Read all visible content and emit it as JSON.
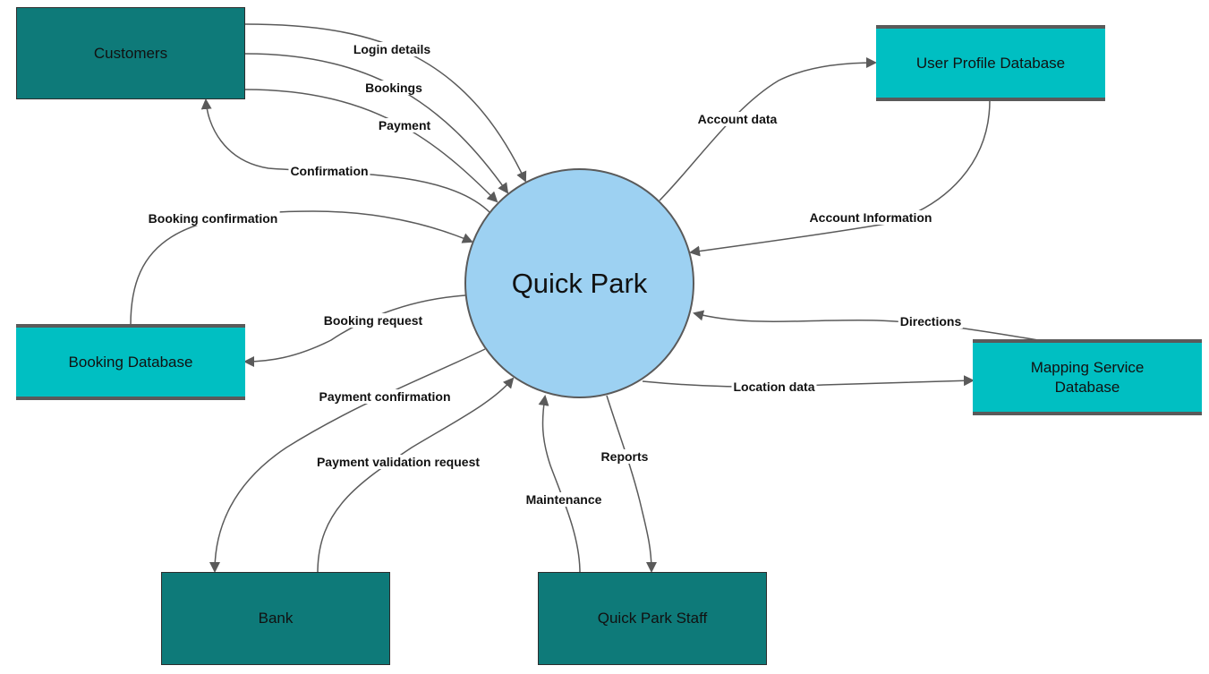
{
  "process": {
    "label": "Quick Park"
  },
  "entities": {
    "customers": "Customers",
    "bank": "Bank",
    "staff": "Quick Park Staff"
  },
  "stores": {
    "user_profile": "User Profile Database",
    "booking": "Booking Database",
    "mapping": "Mapping Service\nDatabase"
  },
  "flows": {
    "login_details": "Login details",
    "bookings": "Bookings",
    "payment": "Payment",
    "confirmation": "Confirmation",
    "booking_confirmation": "Booking confirmation",
    "booking_request": "Booking request",
    "payment_confirmation": "Payment confirmation",
    "payment_validation_request": "Payment validation request",
    "maintenance": "Maintenance",
    "reports": "Reports",
    "location_data": "Location data",
    "directions": "Directions",
    "account_information": "Account Information",
    "account_data": "Account data"
  },
  "colors": {
    "entity_fill": "#0e7a79",
    "store_fill": "#00bfc2",
    "process_fill": "#9dd1f2",
    "line": "#5a5a5a"
  }
}
